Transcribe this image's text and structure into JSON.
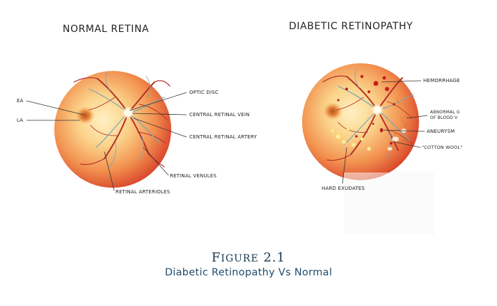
{
  "panels": {
    "normal": {
      "title": "NORMAL RETINA",
      "labels": {
        "fovea": "EA",
        "macula": "LA",
        "optic_disc": "OPTIC DISC",
        "vein": "CENTRAL RETINAL VEIN",
        "artery": "CENTRAL RETINAL ARTERY",
        "venules": "RETINAL VENULES",
        "arterioles": "RETINAL ARTERIOLES"
      }
    },
    "diabetic": {
      "title": "DIABETIC RETINOPATHY",
      "labels": {
        "hemorrhage": "HEMORRHAGE",
        "abnormal_1": "ABNORMAL G",
        "abnormal_2": "OF BLOOD V",
        "aneurysm": "ANEURYSM",
        "cotton_wool": "\"COTTON WOOL\"",
        "hard_exudates": "HARD EXUDATES"
      }
    }
  },
  "caption": {
    "figure_label": "Figure 2.1",
    "figure_word": "F",
    "figure_rest": "IGURE",
    "figure_num": "2.1",
    "description": "Diabetic Retinopathy Vs Normal"
  },
  "colors": {
    "retina_center": "#fde4a0",
    "retina_mid": "#f5a15a",
    "retina_edge": "#d9472b",
    "vessel": "#b5302a",
    "vessel_light": "#7aa3b8",
    "hemorrhage": "#c81e1e",
    "exudate": "#fff3a0",
    "caption": "#16344a"
  }
}
